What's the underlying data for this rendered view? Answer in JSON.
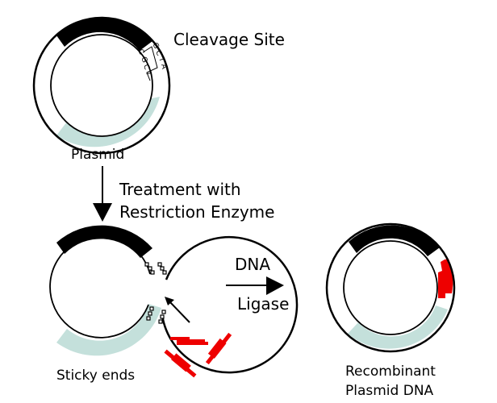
{
  "diagram": {
    "title": "Recombinant plasmid formation",
    "colors": {
      "stroke": "#000000",
      "marker_region": "#000000",
      "teal_region": "#c4e0db",
      "insert_dna": "#ee0000",
      "background": "#ffffff"
    },
    "plasmid_original": {
      "label": "Plasmid",
      "cleavage_label": "Cleavage Site",
      "sequence_top": "G C T A",
      "sequence_bottom": "C G C T",
      "seq_outer": [
        "G",
        "C",
        "T",
        "A"
      ],
      "seq_inner": [
        "C",
        "G",
        "C",
        "T"
      ]
    },
    "step1": {
      "label_line1": "Treatment with",
      "label_line2": "Restriction Enzyme"
    },
    "plasmid_cut": {
      "label": "Sticky ends"
    },
    "step2": {
      "label_line1": "DNA",
      "label_line2": "Ligase"
    },
    "plasmid_recombinant": {
      "label_line1": "Recombinant",
      "label_line2": "Plasmid DNA"
    }
  }
}
